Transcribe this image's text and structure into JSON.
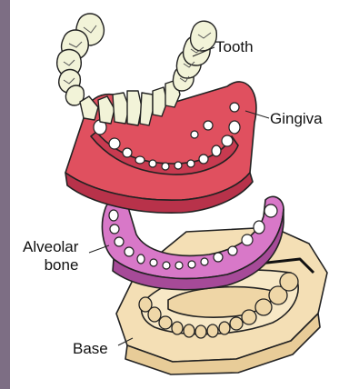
{
  "labels": {
    "tooth": "Tooth",
    "gingiva": "Gingiva",
    "alveolar_line1": "Alveolar",
    "alveolar_line2": "bone",
    "base": "Base"
  },
  "colors": {
    "side_bar": "#7d6e84",
    "tooth_fill": "#f2f3d8",
    "gingiva_fill": "#e0505f",
    "gingiva_dark": "#b8324a",
    "bone_fill": "#d878c8",
    "bone_dark": "#a64a98",
    "base_fill": "#f4dfb5",
    "base_dark": "#d9bd88",
    "outline": "#222222"
  }
}
